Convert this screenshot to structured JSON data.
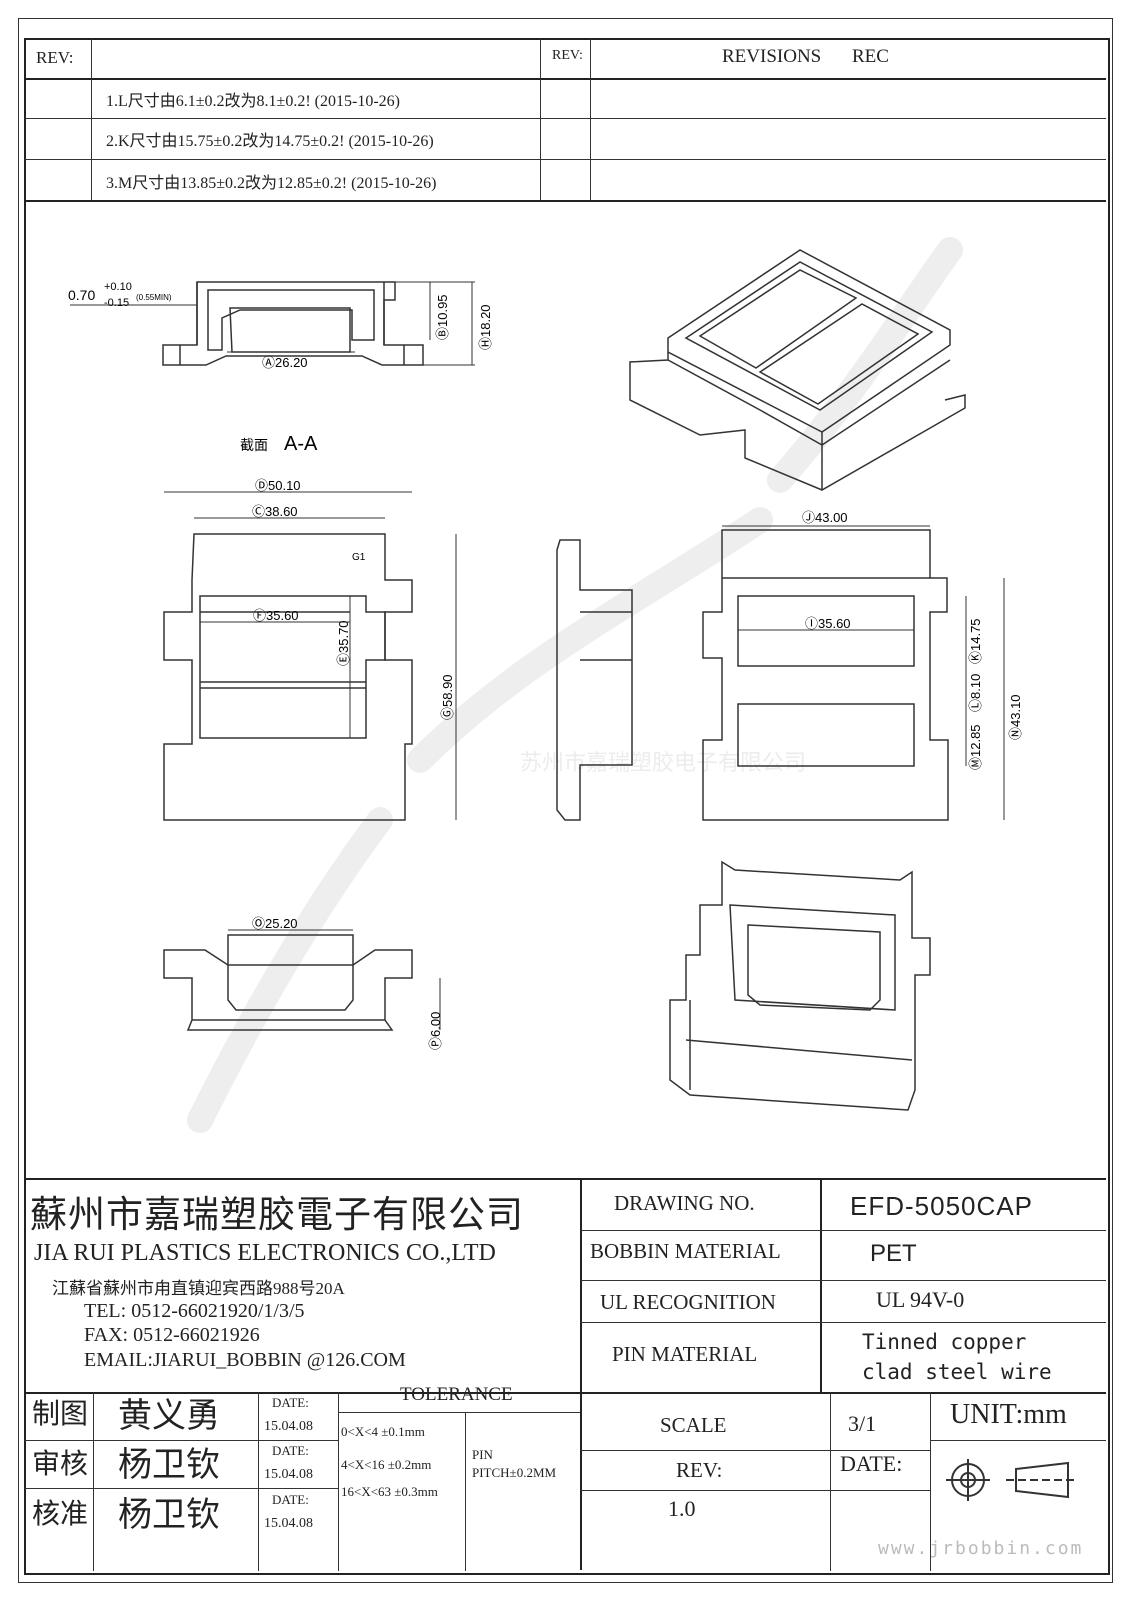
{
  "revision_table": {
    "rev_label": "REV:",
    "rev_label_2": "REV:",
    "revisions_header": "REVISIONS",
    "rec_header": "REC",
    "rows": [
      "1.L尺寸由6.1±0.2改为8.1±0.2!  (2015-10-26)",
      "2.K尺寸由15.75±0.2改为14.75±0.2!  (2015-10-26)",
      "3.M尺寸由13.85±0.2改为12.85±0.2!  (2015-10-26)"
    ]
  },
  "drawing": {
    "section_label_cn": "截面",
    "section_label": "A-A",
    "watermark_company": "苏州市嘉瑞塑胶电子有限公司",
    "dims": {
      "tol_main": "0.70",
      "tol_plus": "+0.10",
      "tol_minus": "-0.15",
      "tol_min": "(0.55MIN)",
      "a": "Ⓐ26.20",
      "b": "Ⓑ10.95",
      "h": "Ⓗ18.20",
      "d": "Ⓓ50.10",
      "c": "Ⓒ38.60",
      "f": "Ⓕ35.60",
      "e": "Ⓔ35.70",
      "g": "Ⓖ58.90",
      "g1": "G1",
      "j": "Ⓙ43.00",
      "i": "Ⓘ35.60",
      "k": "Ⓚ14.75",
      "l": "Ⓛ8.10",
      "m": "Ⓜ12.85",
      "n": "Ⓝ43.10",
      "o": "Ⓞ25.20",
      "p": "Ⓟ6.00"
    }
  },
  "title_block": {
    "company_cn": "蘇州市嘉瑞塑胶電子有限公司",
    "company_en": "JIA RUI PLASTICS ELECTRONICS CO.,LTD",
    "address": "江蘇省蘇州市甪直镇迎宾西路988号20A",
    "tel": "TEL:  0512-66021920/1/3/5",
    "fax": "FAX:  0512-66021926",
    "email": "EMAIL:JIARUI_BOBBIN @126.COM",
    "drawing_no_label": "DRAWING   NO.",
    "drawing_no": "EFD-5050CAP",
    "bobbin_material_label": "BOBBIN  MATERIAL",
    "bobbin_material": "PET",
    "ul_label": "UL RECOGNITION",
    "ul_value": "UL 94V-0",
    "pin_material_label": "PIN MATERIAL",
    "pin_material_1": "Tinned copper",
    "pin_material_2": "clad steel wire",
    "scale_label": "SCALE",
    "scale_value": "3/1",
    "unit": "UNIT:mm",
    "rev_label": "REV:",
    "rev_value": "1.0",
    "date_label": "DATE:",
    "tolerance_label": "TOLERANCE",
    "tolerance_rows": [
      "0<X<4  ±0.1mm",
      "4<X<16 ±0.2mm",
      "16<X<63 ±0.3mm"
    ],
    "pin_label": "PIN",
    "pin_pitch": "PITCH±0.2MM",
    "signoffs": [
      {
        "role": "制图",
        "name": "黄义勇",
        "date_label": "DATE:",
        "date": "15.04.08"
      },
      {
        "role": "审核",
        "name": "杨卫钦",
        "date_label": "DATE:",
        "date": "15.04.08"
      },
      {
        "role": "核准",
        "name": "杨卫钦",
        "date_label": "DATE:",
        "date": "15.04.08"
      }
    ],
    "website": "www.jrbobbin.com"
  }
}
